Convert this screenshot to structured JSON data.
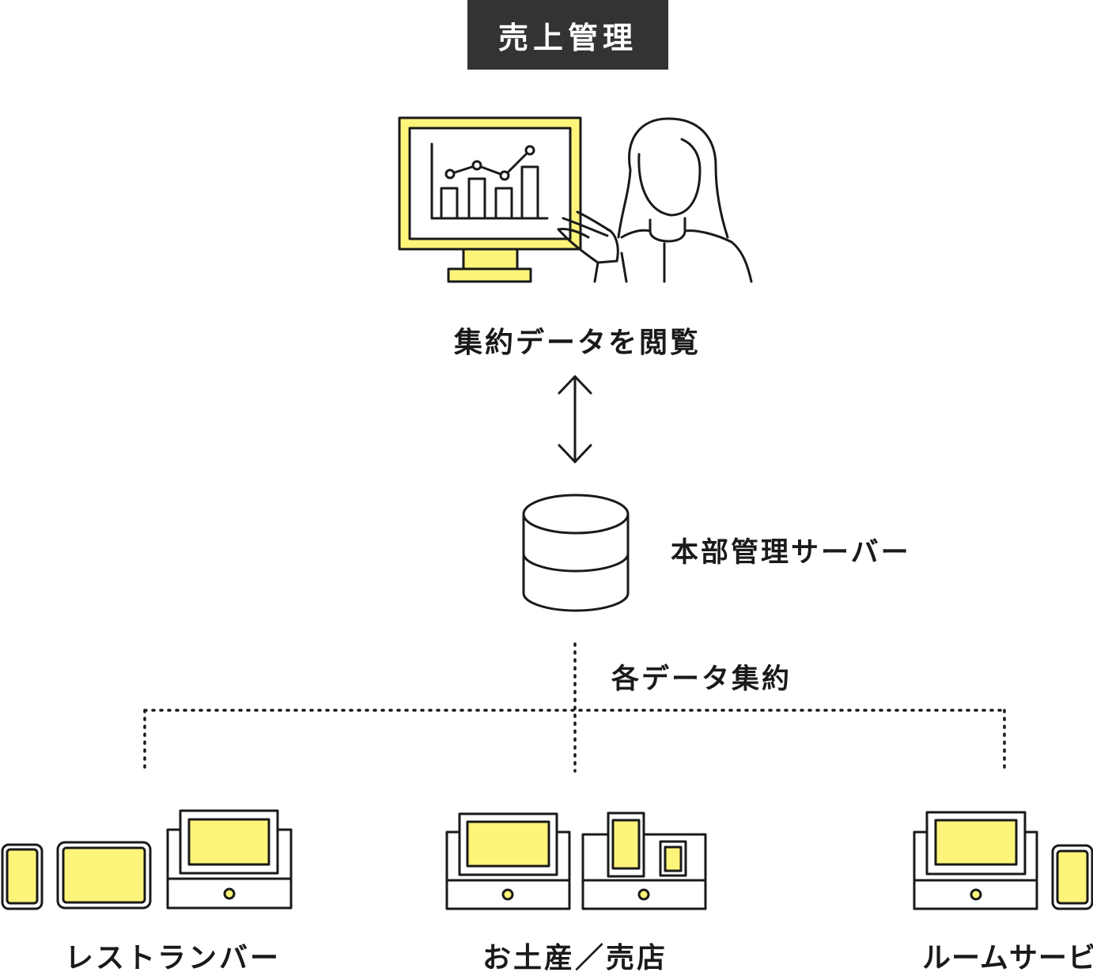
{
  "header": {
    "title": "売上管理"
  },
  "viewer": {
    "label": "集約データを閲覧"
  },
  "server": {
    "label": "本部管理サーバー"
  },
  "aggregation": {
    "label": "各データ集約"
  },
  "branches": [
    {
      "label": "レストランバー"
    },
    {
      "label": "お土産／売店"
    },
    {
      "label": "ルームサービス"
    }
  ],
  "colors": {
    "header_bg": "#333333",
    "device_fill": "#fdf57a",
    "line": "#1a1a1a"
  }
}
